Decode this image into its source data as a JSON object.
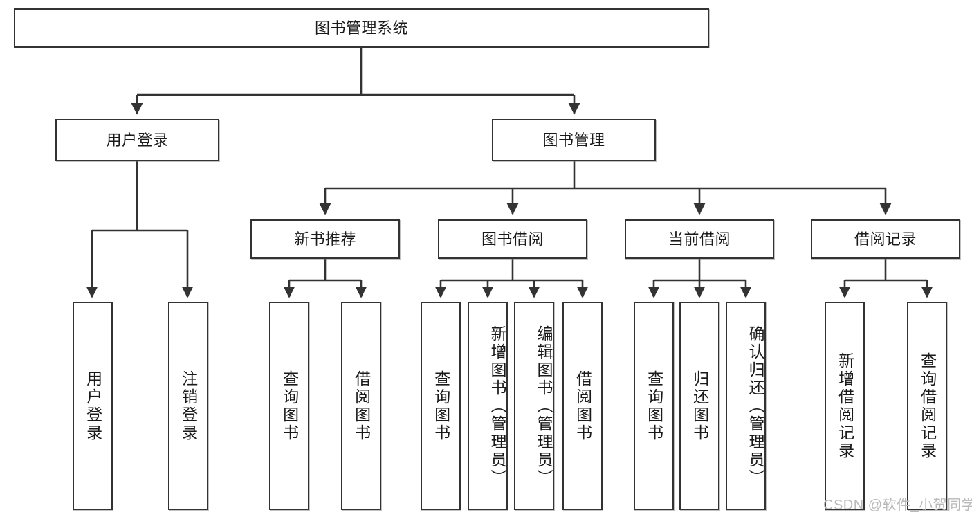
{
  "diagram": {
    "title_node": {
      "label": "图书管理系统"
    },
    "level2": [
      {
        "id": "user-login",
        "label": "用户登录"
      },
      {
        "id": "book-management",
        "label": "图书管理"
      }
    ],
    "level3": [
      {
        "id": "new-book-recommend",
        "label": "新书推荐"
      },
      {
        "id": "book-borrow",
        "label": "图书借阅"
      },
      {
        "id": "current-borrow",
        "label": "当前借阅"
      },
      {
        "id": "borrow-record",
        "label": "借阅记录"
      }
    ],
    "leaves": {
      "user_login": [
        {
          "id": "leaf-user-login",
          "label": "用户登录"
        },
        {
          "id": "leaf-logout-login",
          "label": "注销登录"
        }
      ],
      "new_book_recommend": [
        {
          "id": "leaf-query-book-1",
          "label": "查询图书"
        },
        {
          "id": "leaf-borrow-book-1",
          "label": "借阅图书"
        }
      ],
      "book_borrow": [
        {
          "id": "leaf-query-book-2",
          "label": "查询图书"
        },
        {
          "id": "leaf-add-book",
          "label": "新增图书（管理员）"
        },
        {
          "id": "leaf-edit-book",
          "label": "编辑图书（管理员）"
        },
        {
          "id": "leaf-borrow-book-2",
          "label": "借阅图书"
        }
      ],
      "current_borrow": [
        {
          "id": "leaf-query-book-3",
          "label": "查询图书"
        },
        {
          "id": "leaf-return-book",
          "label": "归还图书"
        },
        {
          "id": "leaf-confirm-return",
          "label": "确认归还（管理员）"
        }
      ],
      "borrow_record": [
        {
          "id": "leaf-add-record",
          "label": "新增借阅记录"
        },
        {
          "id": "leaf-query-record",
          "label": "查询借阅记录"
        }
      ]
    }
  },
  "watermark": {
    "text": "CSDN @软件_小贺同学"
  },
  "colors": {
    "box_border": "#333333",
    "text": "#1a1a1a",
    "line": "#333333",
    "background": "#ffffff",
    "watermark": "#b9b9b9"
  }
}
